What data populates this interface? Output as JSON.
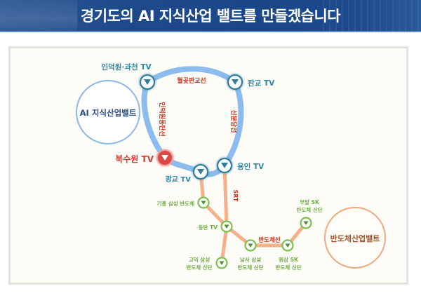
{
  "header": {
    "title": "경기도의 AI 지식산업 밸트를 만들겠습니다"
  },
  "belts": {
    "ai": {
      "label": "AI 지식산업밸트",
      "color": "#8ab8ea",
      "text_color": "#2a4e86"
    },
    "semiconductor": {
      "label": "반도체산업밸트",
      "color": "#f0a880",
      "text_color": "#a5542a"
    }
  },
  "lines": {
    "wolgot_pangyo": "월곶판교선",
    "indeogwon_dongtan": "인덕원동탄선",
    "sinbundang": "신분당선",
    "srt": "SRT",
    "bandoche": "반도체선"
  },
  "stations": {
    "indeogwon": "인덕원·과천 TV",
    "pangyo": "판교 TV",
    "buksuwon": "북수원 TV",
    "gwanggyo": "광교 TV",
    "yongin": "용인 TV",
    "giheung": "기흥 삼성 반도체",
    "dongtan": "동탄 TV",
    "godeok_1": "고덕 삼성",
    "godeok_2": "반도체 산단",
    "namsa_1": "남사 삼성",
    "namsa_2": "반도체 산단",
    "wonsam_1": "원삼 SK",
    "wonsam_2": "반도체 산단",
    "bubal_1": "부발 SK",
    "bubal_2": "반도체 산단"
  },
  "colors": {
    "ai_line": "#8cbcee",
    "tv_marker": "#2d7f9c",
    "tv_text": "#2e86a8",
    "highlight": "#d94646",
    "semi_line": "#f4b08a",
    "semi_marker": "#7cc04f",
    "semi_text": "#6fae45",
    "line_label": "#d0321e"
  }
}
